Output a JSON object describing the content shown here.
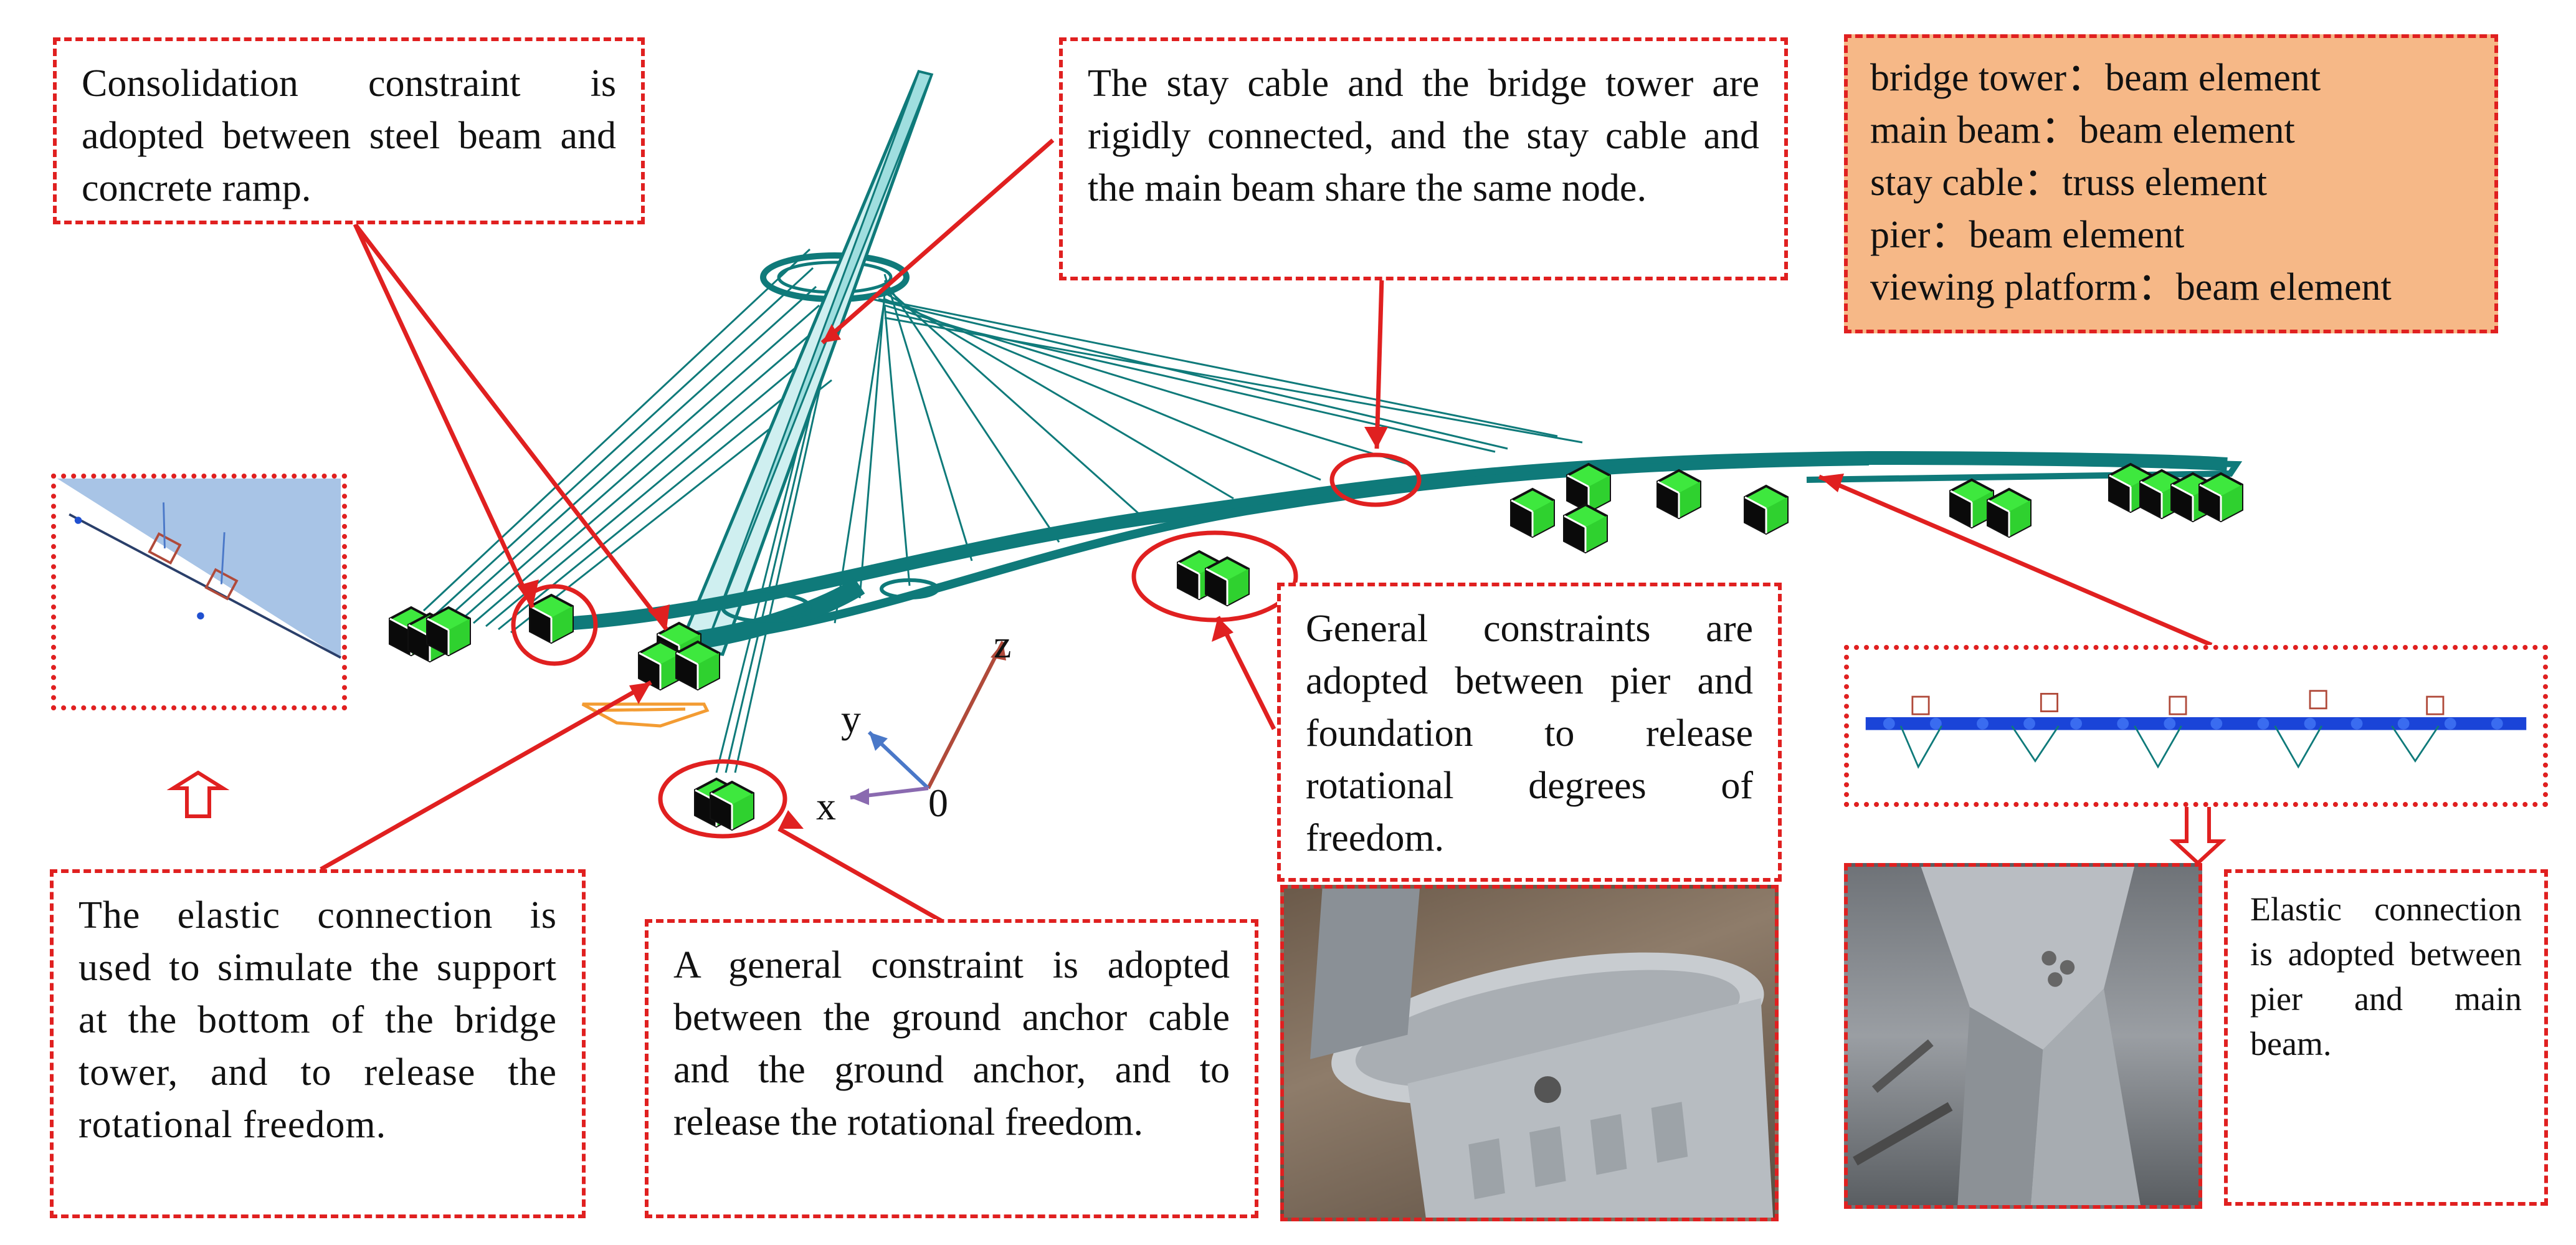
{
  "callouts": {
    "consolidation": "Consolidation constraint is adopted between steel beam and concrete ramp.",
    "stay_cable": "The stay cable and the bridge tower are rigidly connected, and the stay cable and the main beam share the same node.",
    "general_pier": "General constraints are adopted between pier and foundation to release rotational degrees of freedom.",
    "elastic_tower": "The elastic connection is used to simulate the support at the bottom of the bridge tower, and to release the rotational freedom.",
    "ground_anchor": "A general constraint is adopted between the ground anchor cable and the ground anchor, and to release the rotational freedom.",
    "elastic_pier": "Elastic connection is adopted between pier and main beam."
  },
  "legend": {
    "rows": [
      {
        "component": "bridge tower",
        "element": "beam element"
      },
      {
        "component": "main beam",
        "element": "beam element"
      },
      {
        "component": "stay cable",
        "element": "truss element"
      },
      {
        "component": "pier",
        "element": "beam element"
      },
      {
        "component": "viewing platform",
        "element": "beam element"
      }
    ],
    "separator": "："
  },
  "axes": {
    "z": "z",
    "y": "y",
    "x": "x",
    "origin": "0"
  },
  "colors": {
    "callout_border": "#e02020",
    "legend_fill": "#f6b887",
    "mesh": "#0f7a7a",
    "support_block": "#3ee83e",
    "axis_z": "#b04a3a",
    "axis_y": "#4a78c8",
    "axis_x": "#8a6ab0"
  }
}
